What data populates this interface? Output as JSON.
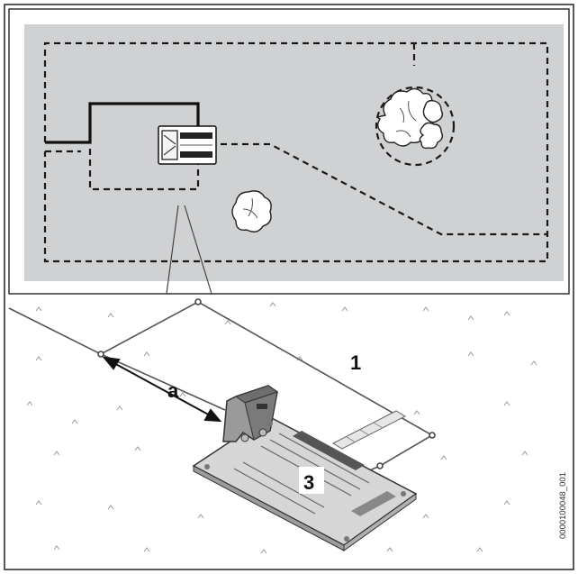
{
  "labels": {
    "wire": "1",
    "distance": "a",
    "station": "3"
  },
  "figure_code": "0000100048_001",
  "colors": {
    "lawn": "#d0d1d3",
    "line": "#1a1a1a",
    "frame": "#222222"
  }
}
